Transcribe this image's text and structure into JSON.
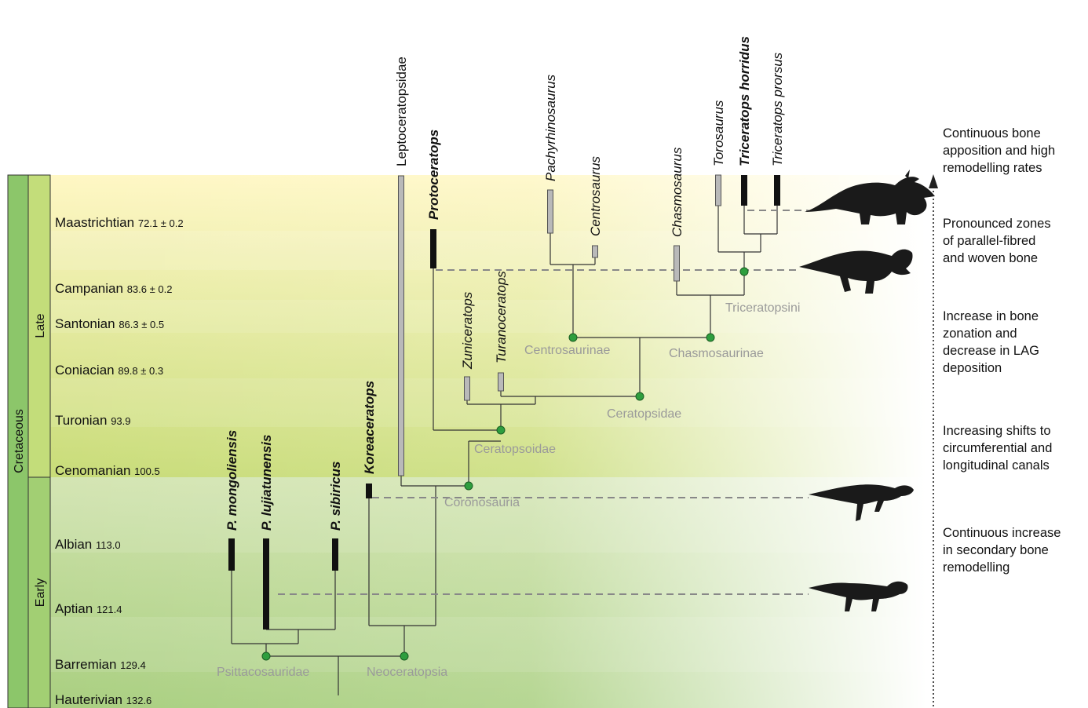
{
  "column_labels": {
    "period": "Cretaceous",
    "late": "Late",
    "early": "Early"
  },
  "stages": [
    {
      "name": "Maastrichtian",
      "age": "72.1 ± 0.2"
    },
    {
      "name": "Campanian",
      "age": "83.6 ± 0.2"
    },
    {
      "name": "Santonian",
      "age": "86.3 ± 0.5"
    },
    {
      "name": "Coniacian",
      "age": "89.8 ± 0.3"
    },
    {
      "name": "Turonian",
      "age": "93.9"
    },
    {
      "name": "Cenomanian",
      "age": "100.5"
    },
    {
      "name": "Albian",
      "age": "113.0"
    },
    {
      "name": "Aptian",
      "age": "121.4"
    },
    {
      "name": "Barremian",
      "age": "129.4"
    },
    {
      "name": "Hauterivian",
      "age": "132.6"
    }
  ],
  "taxa": {
    "p_mongoliensis": "P. mongoliensis",
    "p_lujiatunensis": "P. lujiatunensis",
    "p_sibiricus": "P. sibiricus",
    "koreaceratops": "Koreaceratops",
    "leptoceratopsidae": "Leptoceratopsidae",
    "protoceratops": "Protoceratops",
    "zuniceratops": "Zuniceratops",
    "turanoceratops": "Turanoceratops",
    "pachyrhinosaurus": "Pachyrhinosaurus",
    "centrosaurus": "Centrosaurus",
    "chasmosaurus": "Chasmosaurus",
    "torosaurus": "Torosaurus",
    "triceratops_horridus": "Triceratops horridus",
    "triceratops_prorsus": "Triceratops prorsus"
  },
  "clades": {
    "psittacosauridae": "Psittacosauridae",
    "neoceratopsia": "Neoceratopsia",
    "coronosauria": "Coronosauria",
    "ceratopsoidae": "Ceratopsoidae",
    "ceratopsidae": "Ceratopsidae",
    "centrosaurinae": "Centrosaurinae",
    "chasmosaurinae": "Chasmosaurinae",
    "triceratopsini": "Triceratopsini"
  },
  "notes": [
    [
      "Continuous bone",
      "apposition and high",
      "remodelling rates"
    ],
    [
      "Pronounced zones",
      "of parallel-fibred",
      "and woven bone"
    ],
    [
      "Increase in bone",
      "zonation and",
      "decrease in LAG",
      "deposition"
    ],
    [
      "Increasing shifts to",
      "circumferential and",
      "longitudinal canals"
    ],
    [
      "Continuous increase",
      "in secondary bone",
      "remodelling"
    ]
  ],
  "colors": {
    "late_band_top": "#fdf3c0",
    "late_band_bottom": "#c9dc7e",
    "early_band": "#b7d48e",
    "period_column": "#8cc66a",
    "late_column": "#c3dd7a",
    "early_column": "#a2cf73",
    "node": "#2e9e3e",
    "clade_label": "#9a9a9a"
  }
}
